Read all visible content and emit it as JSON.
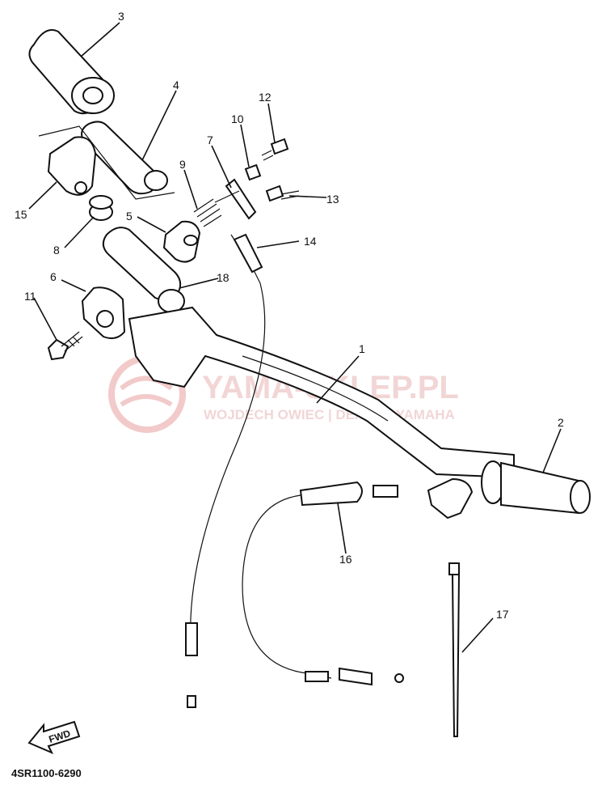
{
  "diagram": {
    "callouts": [
      "1",
      "2",
      "3",
      "4",
      "5",
      "6",
      "7",
      "8",
      "9",
      "10",
      "11",
      "12",
      "13",
      "14",
      "15",
      "16",
      "17",
      "18"
    ],
    "fwd_label": "FWD",
    "catalog_code": "4SR1100-6290"
  },
  "watermark": {
    "title": "YAMA-SKLEP.PL",
    "subtitle": "WOJDECH OWIEC | DEALER YAMAHA",
    "color": "#e8a0a0"
  }
}
